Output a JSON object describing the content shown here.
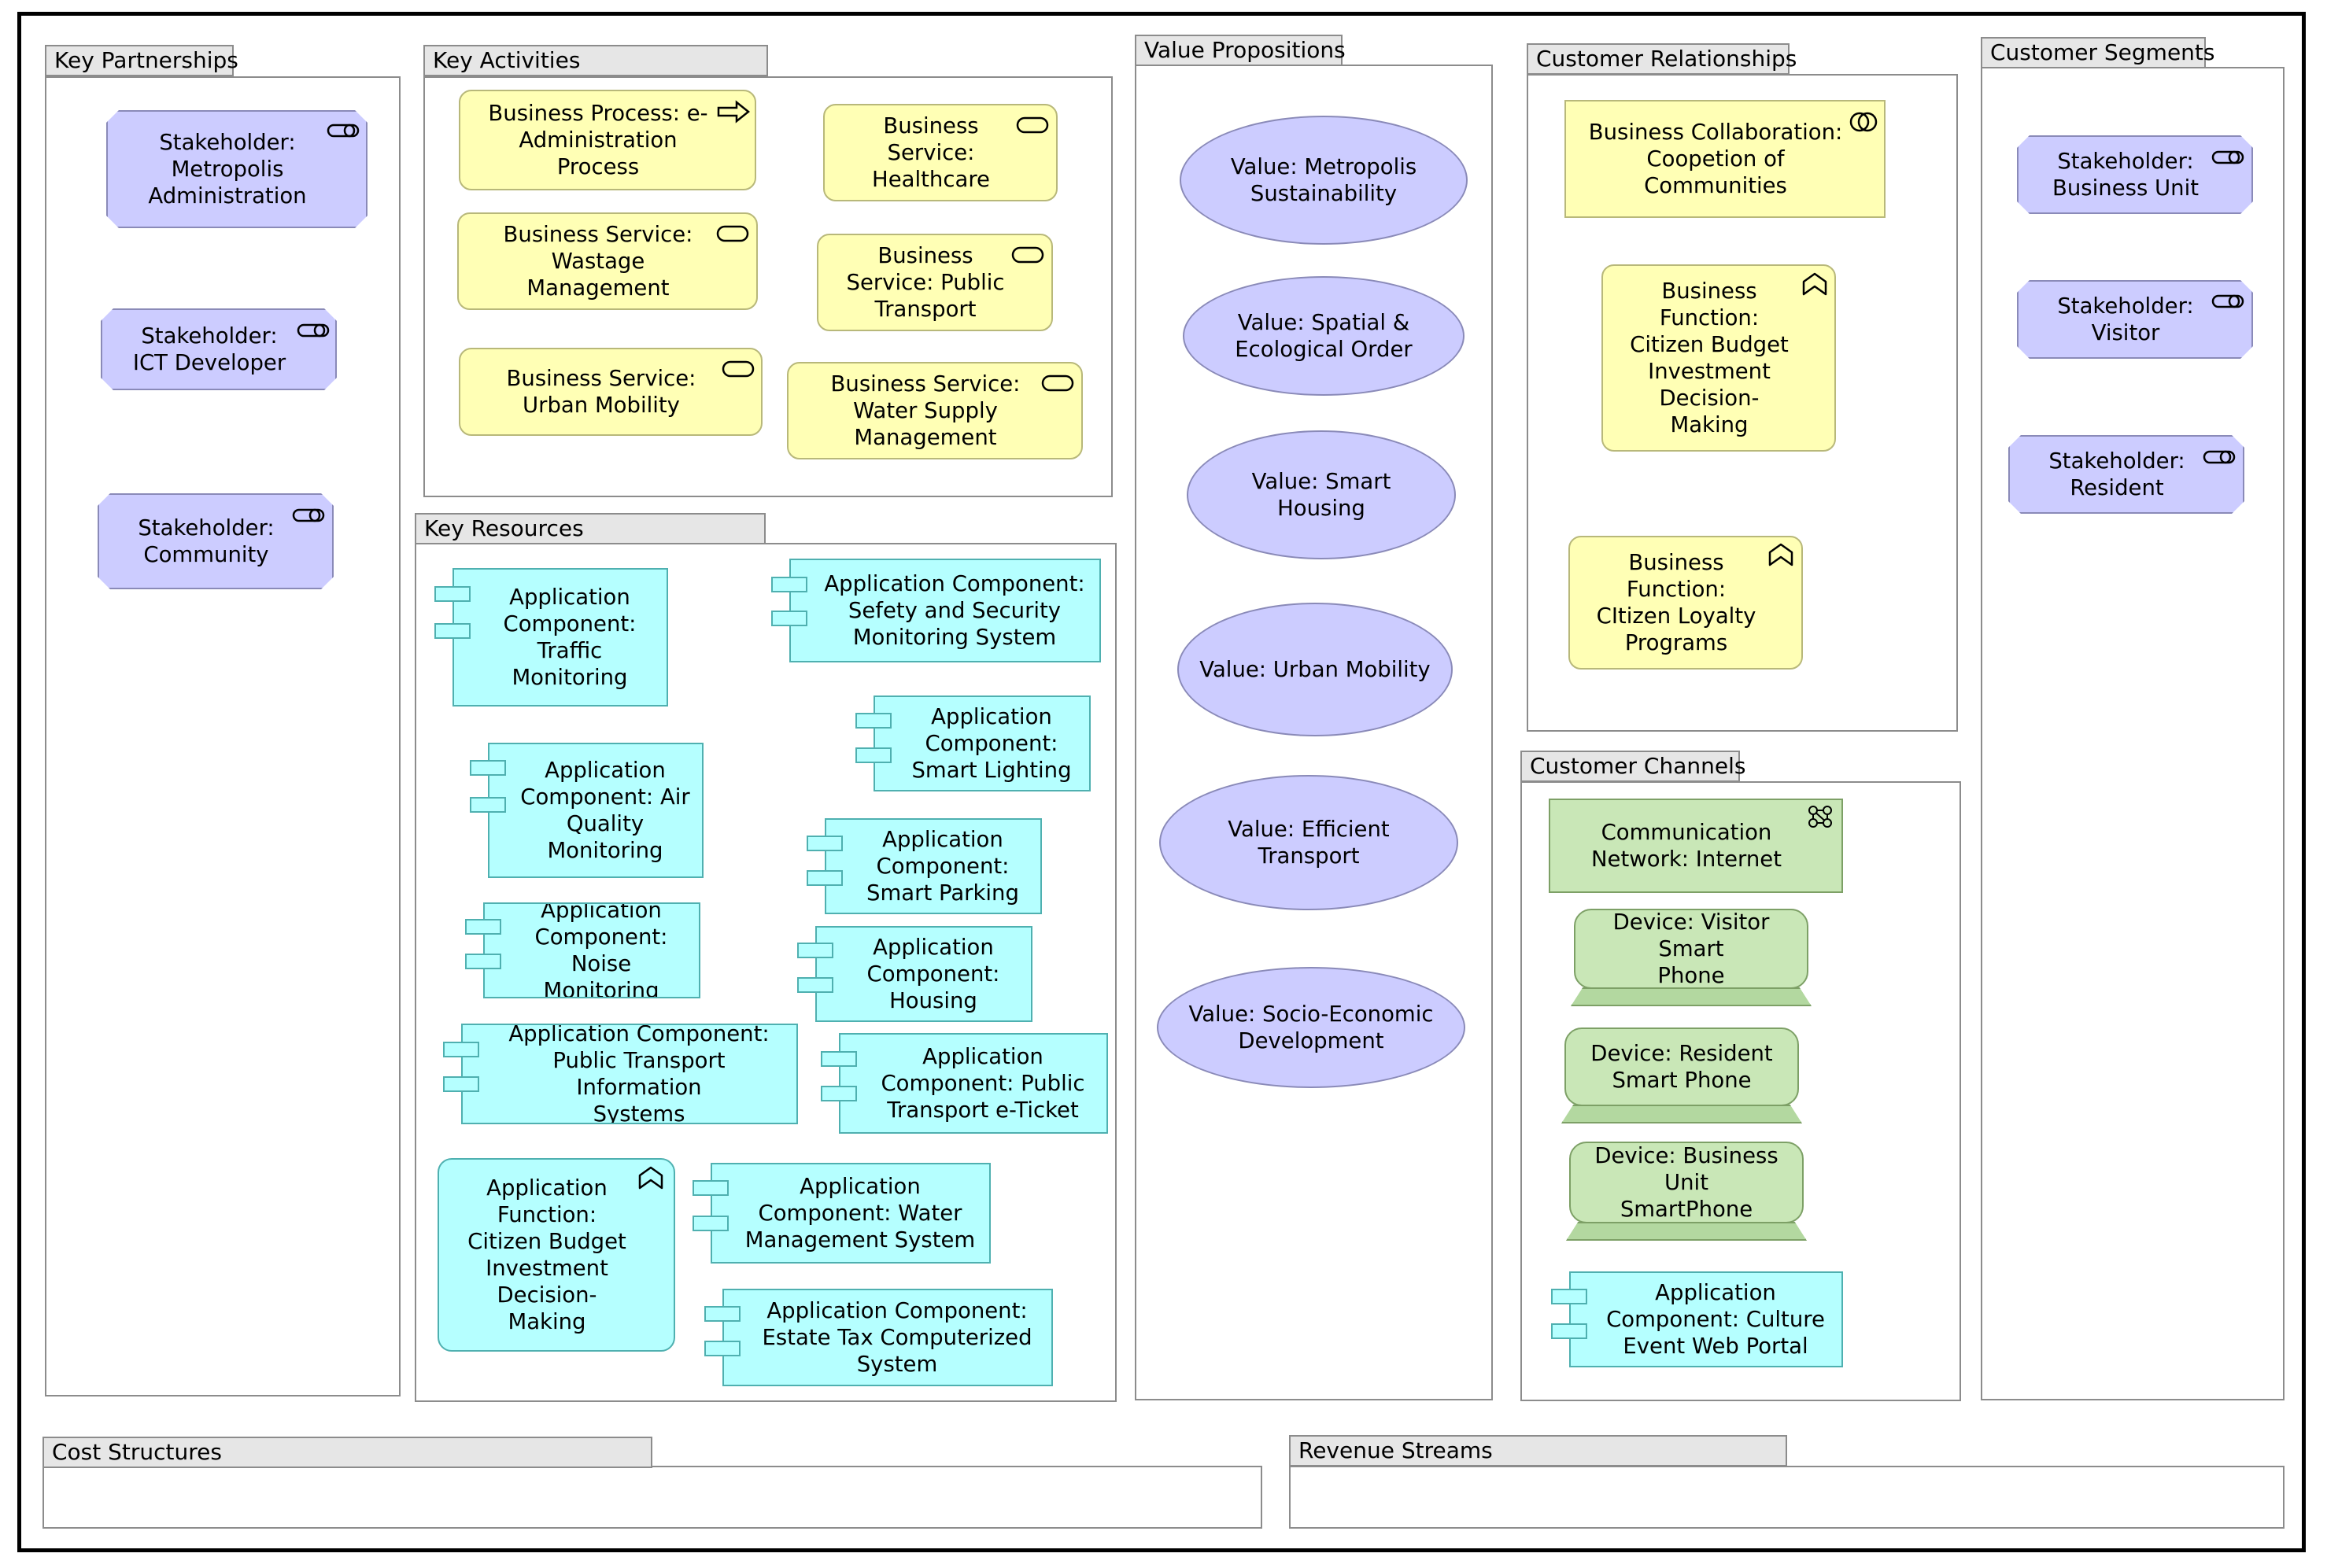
{
  "sections": {
    "key_partnerships": "Key Partnerships",
    "key_activities": "Key Activities",
    "key_resources": "Key Resources",
    "value_propositions": "Value Propositions",
    "customer_relationships": "Customer Relationships",
    "customer_channels": "Customer Channels",
    "customer_segments": "Customer Segments",
    "cost_structures": "Cost Structures",
    "revenue_streams": "Revenue Streams"
  },
  "partnerships": [
    "Stakeholder:\nMetropolis\nAdministration",
    "Stakeholder:\nICT Developer",
    "Stakeholder:\nCommunity"
  ],
  "activities": [
    "Business Process:  e-\nAdministration\nProcess",
    "Business\nService:\nHealthcare",
    "Business Service:\nWastage\nManagement",
    "Business\nService: Public\nTransport",
    "Business Service:\nUrban Mobility",
    "Business Service:\nWater Supply\nManagement"
  ],
  "resources": [
    "Application\nComponent:\nTraffic\nMonitoring",
    "Application Component:\nSefety and Security\nMonitoring System",
    "Application\nComponent:\nSmart Lighting",
    "Application\nComponent: Air\nQuality\nMonitoring",
    "Application\nComponent:\nSmart Parking",
    "Application\nComponent:\nNoise Monitoring",
    "Application\nComponent:\nHousing",
    "Application Component:\nPublic Transport Information\nSystems",
    "Application\nComponent: Public\nTransport e-Ticket",
    "Application\nFunction:\nCitizen Budget\nInvestment\nDecision-\nMaking",
    "Application\nComponent: Water\nManagement System",
    "Application Component:\nEstate Tax Computerized\nSystem"
  ],
  "values": [
    "Value: Metropolis\nSustainability",
    "Value: Spatial &\nEcological Order",
    "Value: Smart Housing",
    "Value: Urban Mobility",
    "Value: Efficient Transport",
    "Value: Socio-Economic\nDevelopment"
  ],
  "relationships": [
    "Business Collaboration:\nCoopetion of\nCommunities",
    "Business\nFunction:\nCitizen Budget\nInvestment\nDecision-\nMaking",
    "Business\nFunction:\nCItizen Loyalty\nPrograms"
  ],
  "channels": [
    "Communication\nNetwork: Internet",
    "Device: Visitor Smart\nPhone",
    "Device: Resident\nSmart Phone",
    "Device: Business Unit\nSmartPhone",
    "Application\nComponent: Culture\nEvent Web Portal"
  ],
  "segments": [
    "Stakeholder:\nBusiness Unit",
    "Stakeholder:\nVisitor",
    "Stakeholder:\nResident"
  ],
  "colors": {
    "stakeholder": "#ccccff",
    "business": "#ffffb5",
    "application": "#b5ffff",
    "technology": "#c9e7b7"
  },
  "icons": {
    "stakeholder": "stakeholder-icon",
    "business_process": "process-arrow-icon",
    "business_service": "service-icon",
    "business_function": "function-icon",
    "business_collaboration": "collaboration-icon",
    "communication_network": "network-icon"
  }
}
